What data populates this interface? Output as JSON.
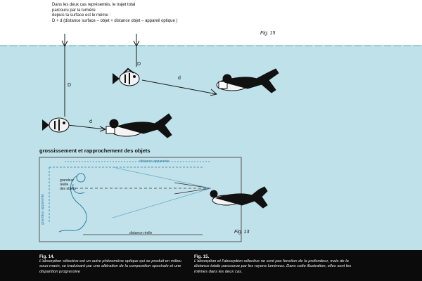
{
  "intro": {
    "line1": "Dans les deux cas représentés, le trajet total",
    "line2": "parcouru par la lumière",
    "line3": "depuis la surface est  le même :",
    "line4": "D + d (distance surface – objet + distance objet – appareil optique )"
  },
  "figures": {
    "fig15": "Fig. 15",
    "fig13": "Fig. 13"
  },
  "labels": {
    "D_upper": "D",
    "D_lower": "D",
    "d_upper": "d",
    "d_lower": "d"
  },
  "section": {
    "heading": "grossissement et rapprochement des objets"
  },
  "diagram": {
    "grandeur_reelle": "grandeur\nréelle\ndes objets",
    "grandeur_apparente": "grandeur apparente",
    "distance_apparente": "distance apparente",
    "distance_reelle": "distance réelle"
  },
  "captions": {
    "left_title": "Fig. 14.",
    "left_text": "L'absorption sélective est un autre phénomène optique qui se produit en milieu sous-marin, se traduisant par une altération de la composition spectrale et une disparition progressive",
    "right_title": "Fig. 15.",
    "right_text": "L'absorption et l'absorption sélective ne sont pas fonction de la profondeur, mais de la distance totale parcourue par les rayons lumineux. Dans cette illustration, elles sont les mêmes dans les deux cas."
  },
  "colors": {
    "water": "#bfe1ea",
    "caption_bg": "#0b0b0b",
    "accent_blue": "#2e7ea0"
  }
}
